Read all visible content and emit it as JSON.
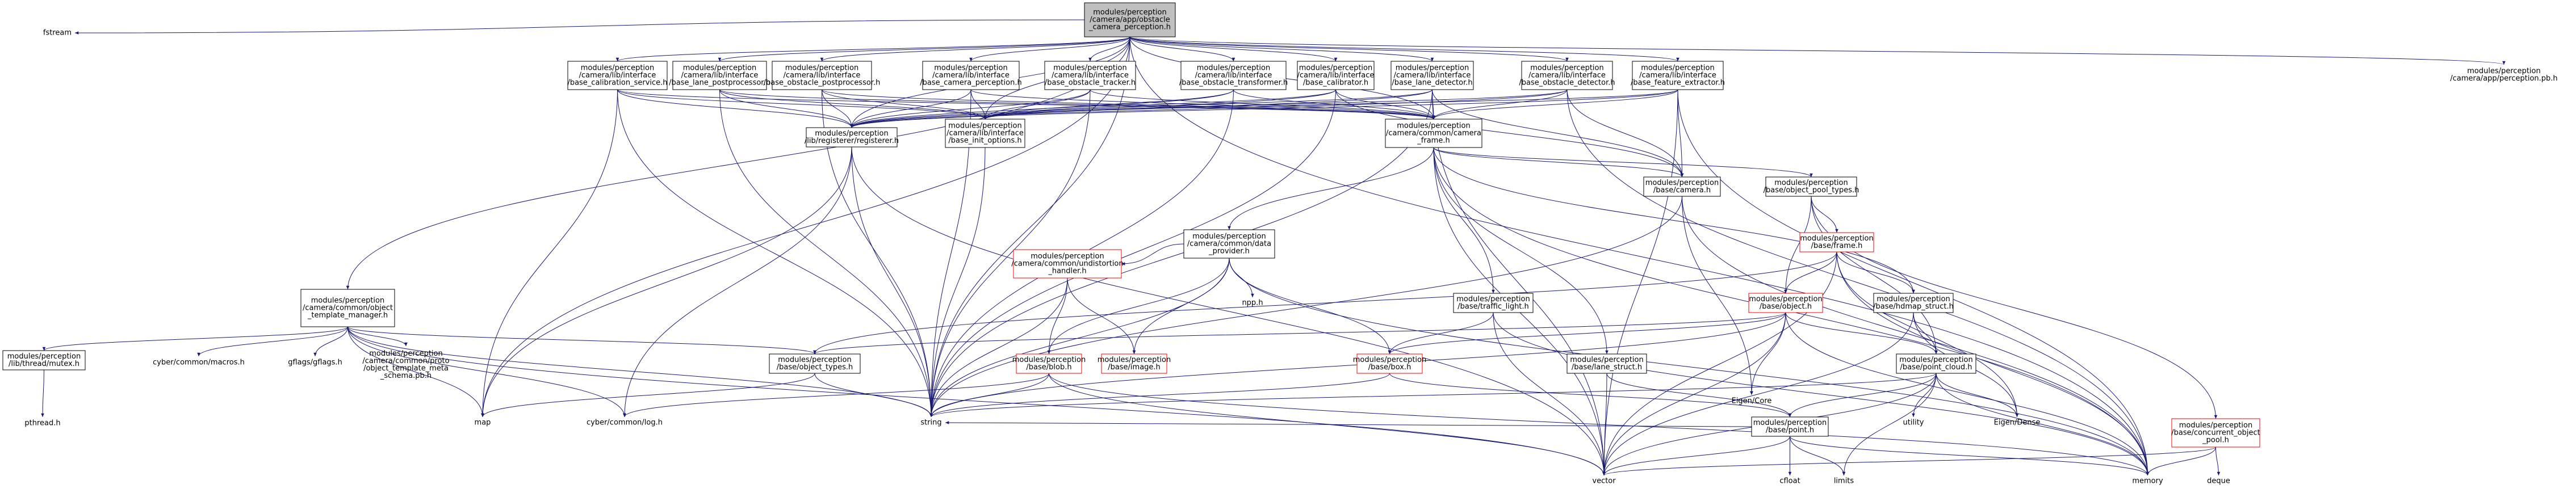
{
  "colors": {
    "edge": "#191970",
    "root_fill": "#bfbfbf",
    "red_border": "#ff0000",
    "border": "#000000"
  },
  "graph": {
    "nodes": [
      {
        "id": "root",
        "style": "root",
        "lines": [
          "modules/perception",
          "/camera/app/obstacle",
          "_camera_perception.h"
        ]
      },
      {
        "id": "fstream",
        "style": "plain",
        "lines": [
          "fstream"
        ]
      },
      {
        "id": "calibsvc",
        "style": "normal",
        "lines": [
          "modules/perception",
          "/camera/lib/interface",
          "/base_calibration_service.h"
        ]
      },
      {
        "id": "lanepost",
        "style": "normal",
        "lines": [
          "modules/perception",
          "/camera/lib/interface",
          "/base_lane_postprocessor.h"
        ]
      },
      {
        "id": "obstpost",
        "style": "normal",
        "lines": [
          "modules/perception",
          "/camera/lib/interface",
          "/base_obstacle_postprocessor.h"
        ]
      },
      {
        "id": "camperc",
        "style": "normal",
        "lines": [
          "modules/perception",
          "/camera/lib/interface",
          "/base_camera_perception.h"
        ]
      },
      {
        "id": "obsttrk",
        "style": "normal",
        "lines": [
          "modules/perception",
          "/camera/lib/interface",
          "/base_obstacle_tracker.h"
        ]
      },
      {
        "id": "obsttrans",
        "style": "normal",
        "lines": [
          "modules/perception",
          "/camera/lib/interface",
          "/base_obstacle_transformer.h"
        ]
      },
      {
        "id": "calibrator",
        "style": "normal",
        "lines": [
          "modules/perception",
          "/camera/lib/interface",
          "/base_calibrator.h"
        ]
      },
      {
        "id": "lanedet",
        "style": "normal",
        "lines": [
          "modules/perception",
          "/camera/lib/interface",
          "/base_lane_detector.h"
        ]
      },
      {
        "id": "obstdet",
        "style": "normal",
        "lines": [
          "modules/perception",
          "/camera/lib/interface",
          "/base_obstacle_detector.h"
        ]
      },
      {
        "id": "featext",
        "style": "normal",
        "lines": [
          "modules/perception",
          "/camera/lib/interface",
          "/base_feature_extractor.h"
        ]
      },
      {
        "id": "apppb",
        "style": "plain",
        "lines": [
          "modules/perception",
          "/camera/app/perception.pb.h"
        ]
      },
      {
        "id": "registerer",
        "style": "normal",
        "lines": [
          "modules/perception",
          "/lib/registerer/registerer.h"
        ]
      },
      {
        "id": "initopts",
        "style": "normal",
        "lines": [
          "modules/perception",
          "/camera/lib/interface",
          "/base_init_options.h"
        ]
      },
      {
        "id": "camframe",
        "style": "normal",
        "lines": [
          "modules/perception",
          "/camera/common/camera",
          "_frame.h"
        ]
      },
      {
        "id": "basecamera",
        "style": "normal",
        "lines": [
          "modules/perception",
          "/base/camera.h"
        ]
      },
      {
        "id": "objpooltypes",
        "style": "normal",
        "lines": [
          "modules/perception",
          "/base/object_pool_types.h"
        ]
      },
      {
        "id": "basedp",
        "style": "normal",
        "lines": [
          "modules/perception",
          "/camera/common/data",
          "_provider.h"
        ]
      },
      {
        "id": "frame",
        "style": "red",
        "lines": [
          "modules/perception",
          "/base/frame.h"
        ]
      },
      {
        "id": "undist",
        "style": "red",
        "lines": [
          "modules/perception",
          "/camera/common/undistortion",
          "_handler.h"
        ]
      },
      {
        "id": "npp",
        "style": "plain",
        "lines": [
          "npp.h"
        ]
      },
      {
        "id": "objtemplmgr",
        "style": "normal",
        "lines": [
          "modules/perception",
          "/camera/common/object",
          "_template_manager.h"
        ]
      },
      {
        "id": "trafficlight",
        "style": "normal",
        "lines": [
          "modules/perception",
          "/base/traffic_light.h"
        ]
      },
      {
        "id": "object",
        "style": "red",
        "lines": [
          "modules/perception",
          "/base/object.h"
        ]
      },
      {
        "id": "hdmap",
        "style": "normal",
        "lines": [
          "modules/perception",
          "/base/hdmap_struct.h"
        ]
      },
      {
        "id": "mutex",
        "style": "normal",
        "lines": [
          "modules/perception",
          "/lib/thread/mutex.h"
        ]
      },
      {
        "id": "macros",
        "style": "plain",
        "lines": [
          "cyber/common/macros.h"
        ]
      },
      {
        "id": "gflags",
        "style": "plain",
        "lines": [
          "gflags/gflags.h"
        ]
      },
      {
        "id": "templmetapb",
        "style": "plain",
        "lines": [
          "modules/perception",
          "/camera/common/proto",
          "/object_template_meta",
          "_schema.pb.h"
        ]
      },
      {
        "id": "objtypes",
        "style": "normal",
        "lines": [
          "modules/perception",
          "/base/object_types.h"
        ]
      },
      {
        "id": "blob",
        "style": "red",
        "lines": [
          "modules/perception",
          "/base/blob.h"
        ]
      },
      {
        "id": "image",
        "style": "red",
        "lines": [
          "modules/perception",
          "/base/image.h"
        ]
      },
      {
        "id": "box",
        "style": "red",
        "lines": [
          "modules/perception",
          "/base/box.h"
        ]
      },
      {
        "id": "lanestruct",
        "style": "normal",
        "lines": [
          "modules/perception",
          "/base/lane_struct.h"
        ]
      },
      {
        "id": "pointcloud",
        "style": "normal",
        "lines": [
          "modules/perception",
          "/base/point_cloud.h"
        ]
      },
      {
        "id": "eigencore",
        "style": "plain",
        "lines": [
          "Eigen/Core"
        ]
      },
      {
        "id": "pthread",
        "style": "plain",
        "lines": [
          "pthread.h"
        ]
      },
      {
        "id": "map",
        "style": "plain",
        "lines": [
          "map"
        ]
      },
      {
        "id": "log",
        "style": "plain",
        "lines": [
          "cyber/common/log.h"
        ]
      },
      {
        "id": "string",
        "style": "plain",
        "lines": [
          "string"
        ]
      },
      {
        "id": "point",
        "style": "normal",
        "lines": [
          "modules/perception",
          "/base/point.h"
        ]
      },
      {
        "id": "utility",
        "style": "plain",
        "lines": [
          "utility"
        ]
      },
      {
        "id": "eigendense",
        "style": "plain",
        "lines": [
          "Eigen/Dense"
        ]
      },
      {
        "id": "concobjpool",
        "style": "red",
        "lines": [
          "modules/perception",
          "/base/concurrent_object",
          "_pool.h"
        ]
      },
      {
        "id": "vector",
        "style": "plain",
        "lines": [
          "vector"
        ]
      },
      {
        "id": "memory",
        "style": "plain",
        "lines": [
          "memory"
        ]
      },
      {
        "id": "cfloat",
        "style": "plain",
        "lines": [
          "cfloat"
        ]
      },
      {
        "id": "limits",
        "style": "plain",
        "lines": [
          "limits"
        ]
      },
      {
        "id": "deque",
        "style": "plain",
        "lines": [
          "deque"
        ]
      }
    ],
    "edges": [
      [
        "root",
        "fstream"
      ],
      [
        "root",
        "calibsvc"
      ],
      [
        "root",
        "lanepost"
      ],
      [
        "root",
        "obstpost"
      ],
      [
        "root",
        "camperc"
      ],
      [
        "root",
        "obsttrk"
      ],
      [
        "root",
        "obsttrans"
      ],
      [
        "root",
        "calibrator"
      ],
      [
        "root",
        "lanedet"
      ],
      [
        "root",
        "obstdet"
      ],
      [
        "root",
        "featext"
      ],
      [
        "root",
        "apppb"
      ],
      [
        "root",
        "objtemplmgr"
      ],
      [
        "root",
        "camframe"
      ],
      [
        "root",
        "registerer"
      ],
      [
        "root",
        "initopts"
      ],
      [
        "root",
        "string"
      ],
      [
        "root",
        "memory"
      ],
      [
        "root",
        "map"
      ],
      [
        "calibsvc",
        "registerer"
      ],
      [
        "calibsvc",
        "initopts"
      ],
      [
        "calibsvc",
        "camframe"
      ],
      [
        "calibsvc",
        "string"
      ],
      [
        "calibsvc",
        "map"
      ],
      [
        "lanepost",
        "registerer"
      ],
      [
        "lanepost",
        "initopts"
      ],
      [
        "lanepost",
        "camframe"
      ],
      [
        "lanepost",
        "string"
      ],
      [
        "obstpost",
        "registerer"
      ],
      [
        "obstpost",
        "initopts"
      ],
      [
        "obstpost",
        "camframe"
      ],
      [
        "obstpost",
        "string"
      ],
      [
        "camperc",
        "registerer"
      ],
      [
        "camperc",
        "initopts"
      ],
      [
        "camperc",
        "camframe"
      ],
      [
        "camperc",
        "string"
      ],
      [
        "obsttrk",
        "registerer"
      ],
      [
        "obsttrk",
        "initopts"
      ],
      [
        "obsttrk",
        "camframe"
      ],
      [
        "obsttrk",
        "string"
      ],
      [
        "obsttrans",
        "registerer"
      ],
      [
        "obsttrans",
        "initopts"
      ],
      [
        "obsttrans",
        "camframe"
      ],
      [
        "obsttrans",
        "string"
      ],
      [
        "calibrator",
        "registerer"
      ],
      [
        "calibrator",
        "initopts"
      ],
      [
        "calibrator",
        "camframe"
      ],
      [
        "calibrator",
        "basecamera"
      ],
      [
        "calibrator",
        "string"
      ],
      [
        "lanedet",
        "registerer"
      ],
      [
        "lanedet",
        "initopts"
      ],
      [
        "lanedet",
        "camframe"
      ],
      [
        "lanedet",
        "basecamera"
      ],
      [
        "lanedet",
        "string"
      ],
      [
        "lanedet",
        "vector"
      ],
      [
        "obstdet",
        "registerer"
      ],
      [
        "obstdet",
        "initopts"
      ],
      [
        "obstdet",
        "camframe"
      ],
      [
        "obstdet",
        "basecamera"
      ],
      [
        "obstdet",
        "memory"
      ],
      [
        "featext",
        "registerer"
      ],
      [
        "featext",
        "initopts"
      ],
      [
        "featext",
        "camframe"
      ],
      [
        "featext",
        "basecamera"
      ],
      [
        "featext",
        "memory"
      ],
      [
        "featext",
        "vector"
      ],
      [
        "registerer",
        "map"
      ],
      [
        "registerer",
        "string"
      ],
      [
        "registerer",
        "vector"
      ],
      [
        "registerer",
        "log"
      ],
      [
        "initopts",
        "string"
      ],
      [
        "camframe",
        "basedp"
      ],
      [
        "camframe",
        "trafficlight"
      ],
      [
        "camframe",
        "lanestruct"
      ],
      [
        "camframe",
        "basecamera"
      ],
      [
        "camframe",
        "objpooltypes"
      ],
      [
        "camframe",
        "hdmap"
      ],
      [
        "camframe",
        "vector"
      ],
      [
        "camframe",
        "memory"
      ],
      [
        "basecamera",
        "eigencore"
      ],
      [
        "basecamera",
        "string"
      ],
      [
        "basecamera",
        "memory"
      ],
      [
        "objpooltypes",
        "frame"
      ],
      [
        "objpooltypes",
        "object"
      ],
      [
        "objpooltypes",
        "pointcloud"
      ],
      [
        "objpooltypes",
        "concobjpool"
      ],
      [
        "frame",
        "object"
      ],
      [
        "frame",
        "hdmap"
      ],
      [
        "frame",
        "objtypes"
      ],
      [
        "frame",
        "vector"
      ],
      [
        "frame",
        "memory"
      ],
      [
        "frame",
        "eigendense"
      ],
      [
        "basedp",
        "undist"
      ],
      [
        "basedp",
        "npp"
      ],
      [
        "basedp",
        "blob"
      ],
      [
        "basedp",
        "image"
      ],
      [
        "basedp",
        "box"
      ],
      [
        "basedp",
        "string"
      ],
      [
        "basedp",
        "memory"
      ],
      [
        "undist",
        "blob"
      ],
      [
        "undist",
        "image"
      ],
      [
        "undist",
        "string"
      ],
      [
        "objtemplmgr",
        "mutex"
      ],
      [
        "objtemplmgr",
        "macros"
      ],
      [
        "objtemplmgr",
        "gflags"
      ],
      [
        "objtemplmgr",
        "templmetapb"
      ],
      [
        "objtemplmgr",
        "objtypes"
      ],
      [
        "objtemplmgr",
        "log"
      ],
      [
        "objtemplmgr",
        "map"
      ],
      [
        "objtemplmgr",
        "string"
      ],
      [
        "objtemplmgr",
        "vector"
      ],
      [
        "trafficlight",
        "box"
      ],
      [
        "trafficlight",
        "vector"
      ],
      [
        "trafficlight",
        "memory"
      ],
      [
        "object",
        "objtypes"
      ],
      [
        "object",
        "box"
      ],
      [
        "object",
        "pointcloud"
      ],
      [
        "object",
        "eigencore"
      ],
      [
        "object",
        "string"
      ],
      [
        "object",
        "vector"
      ],
      [
        "object",
        "memory"
      ],
      [
        "hdmap",
        "pointcloud"
      ],
      [
        "hdmap",
        "eigendense"
      ],
      [
        "hdmap",
        "vector"
      ],
      [
        "mutex",
        "pthread"
      ],
      [
        "objtypes",
        "map"
      ],
      [
        "objtypes",
        "string"
      ],
      [
        "blob",
        "string"
      ],
      [
        "blob",
        "vector"
      ],
      [
        "blob",
        "memory"
      ],
      [
        "blob",
        "log"
      ],
      [
        "box",
        "string"
      ],
      [
        "box",
        "point"
      ],
      [
        "lanestruct",
        "point"
      ],
      [
        "lanestruct",
        "vector"
      ],
      [
        "pointcloud",
        "point"
      ],
      [
        "pointcloud",
        "utility"
      ],
      [
        "pointcloud",
        "limits"
      ],
      [
        "pointcloud",
        "eigendense"
      ],
      [
        "pointcloud",
        "vector"
      ],
      [
        "pointcloud",
        "memory"
      ],
      [
        "pointcloud",
        "string"
      ],
      [
        "point",
        "cfloat"
      ],
      [
        "point",
        "limits"
      ],
      [
        "point",
        "vector"
      ],
      [
        "point",
        "memory"
      ],
      [
        "point",
        "string"
      ],
      [
        "concobjpool",
        "deque"
      ],
      [
        "concobjpool",
        "vector"
      ],
      [
        "concobjpool",
        "memory"
      ]
    ]
  }
}
